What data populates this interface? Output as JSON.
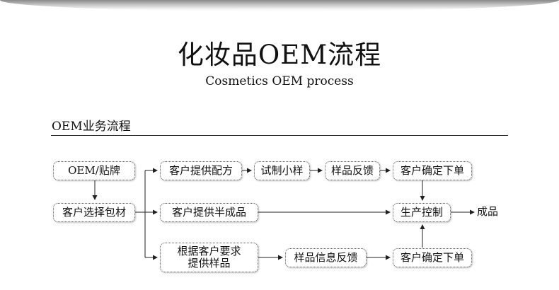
{
  "header": {
    "title": "化妆品OEM流程",
    "subtitle": "Cosmetics OEM process"
  },
  "section": {
    "title": "OEM业务流程"
  },
  "flow": {
    "oem_label": "OEM/贴牌",
    "choose_packaging": "客户选择包材",
    "provide_formula": "客户提供配方",
    "trial_sample": "试制小样",
    "sample_feedback": "样品反馈",
    "confirm_order_top": "客户确定下单",
    "semi_finished": "客户提供半成品",
    "production_control": "生产控制",
    "finished_product": "成品",
    "provide_samples_by_req": "根据客户要求\n提供样品",
    "sample_info_feedback": "样品信息反馈",
    "confirm_order_bottom": "客户确定下单"
  }
}
